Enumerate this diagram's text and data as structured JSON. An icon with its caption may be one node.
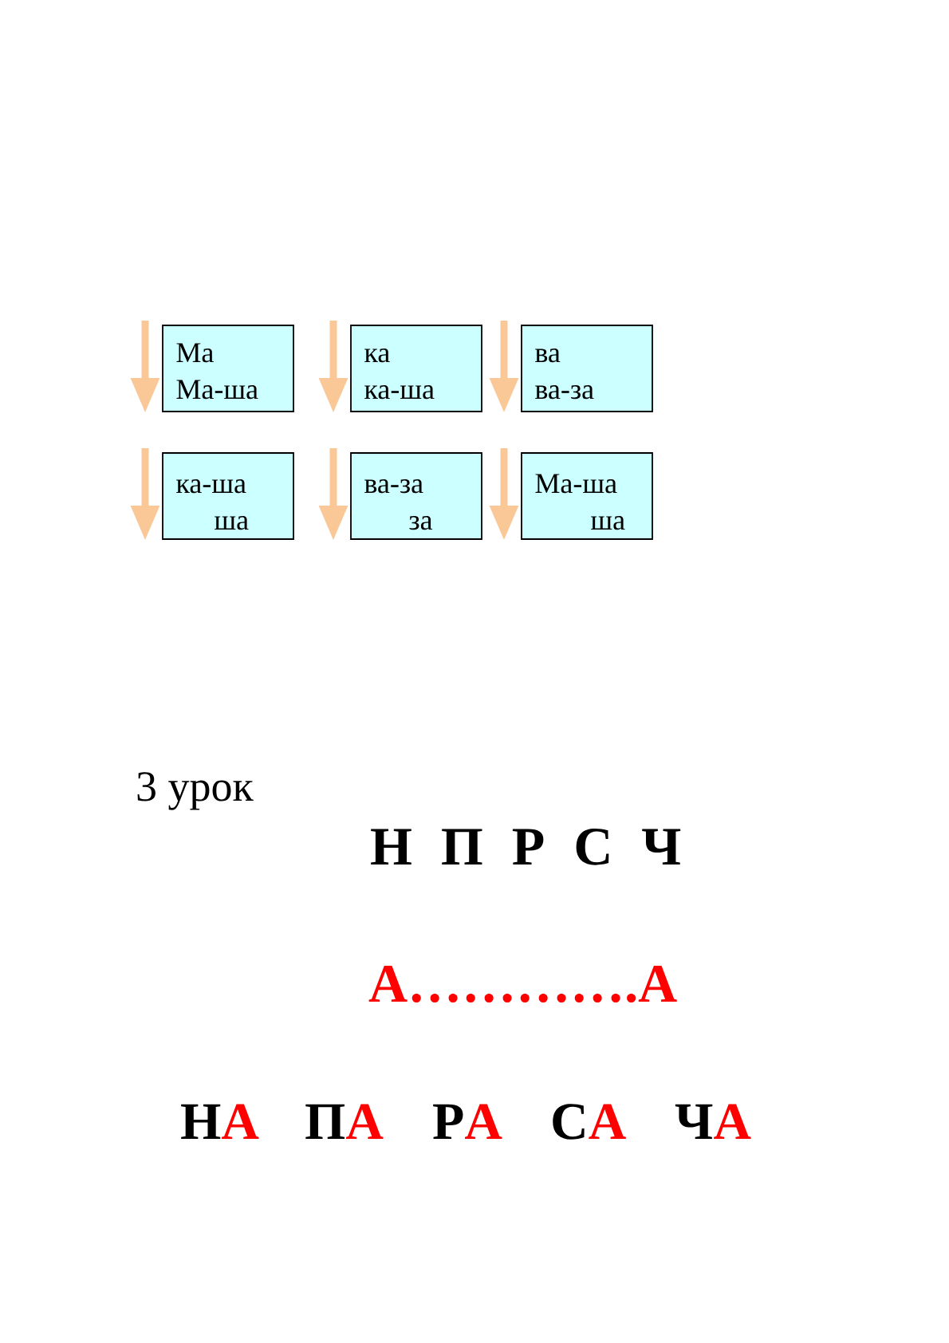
{
  "diagram": {
    "nodes": [
      {
        "text": [
          "Ма",
          "Ма-ша"
        ]
      },
      {
        "text": [
          "ка",
          "ка-ша"
        ]
      },
      {
        "text": [
          "ва",
          "ва-за"
        ]
      },
      {
        "text": [
          "ка-ша",
          "ша"
        ]
      },
      {
        "text": [
          "ва-за",
          "за"
        ]
      },
      {
        "text": [
          "Ма-ша",
          "ша"
        ]
      }
    ],
    "labels": [
      "3 урок",
      "Н П Р С Ч",
      "А………….А",
      "Н",
      "А",
      "П",
      "А",
      "Р",
      "А",
      "С",
      "А",
      "Ч",
      "А"
    ]
  }
}
